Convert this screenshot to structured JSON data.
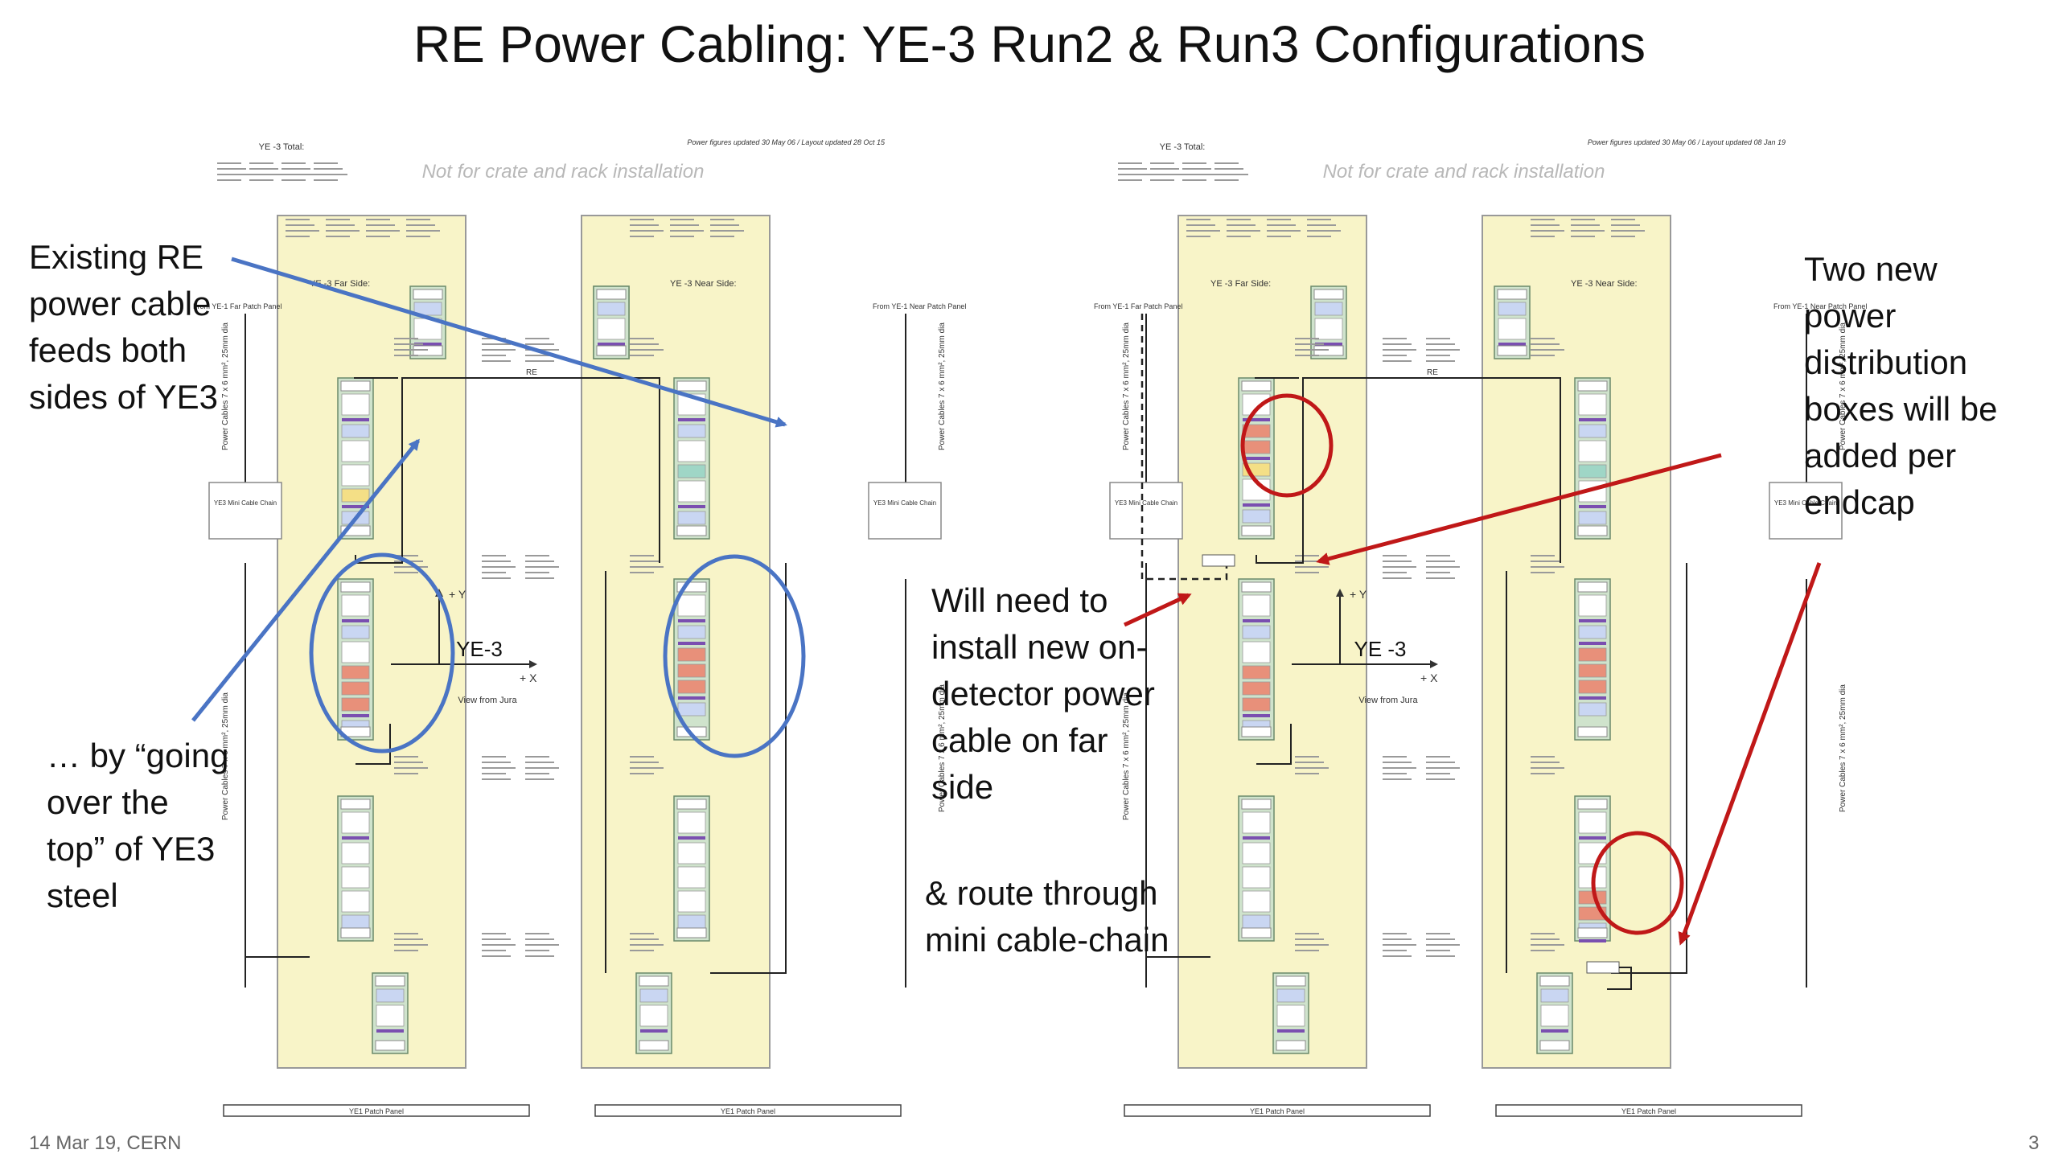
{
  "slide": {
    "title": "RE Power Cabling:  YE-3 Run2 & Run3 Configurations",
    "footer_date": "14 Mar 19, CERN",
    "page_number": "3"
  },
  "callouts": {
    "existing_cable": [
      "Existing RE",
      "power cable",
      "feeds both",
      "sides of YE3"
    ],
    "going_over_top": [
      "… by “going",
      "over the",
      "top” of YE3",
      "steel"
    ],
    "install_new_cable": [
      "Will need to",
      "install new on-",
      "detector power",
      "cable on far",
      "side"
    ],
    "route_through": [
      "& route through",
      "mini cable-chain"
    ],
    "two_new_boxes": [
      "Two new",
      "power",
      "distribution",
      "boxes will be",
      "added per",
      "endcap"
    ]
  },
  "diagrams": {
    "run2": {
      "yoke_label": "YE-3",
      "total_label": "YE -3 Total:",
      "watermark": "Not for crate and rack installation",
      "update_note": "Power figures updated 30 May 06 / Layout updated 28 Oct 15",
      "far_side_label": "YE -3 Far Side:",
      "near_side_label": "YE -3 Near Side:",
      "far_patch_label": "From YE-1 Far Patch Panel",
      "near_patch_label": "From YE-1 Near Patch Panel",
      "power_cables_label": "Power Cables 7 x 6 mm², 25mm dia",
      "mini_chain_label": "YE3 Mini Cable Chain",
      "patch_panel_left": "YE1 Patch Panel",
      "patch_panel_right": "YE1 Patch Panel",
      "view_label": "View from Jura",
      "axis_y": "+ Y",
      "axis_x": "+ X",
      "cable_label": "RE"
    },
    "run3": {
      "yoke_label": "YE -3",
      "total_label": "YE -3 Total:",
      "watermark": "Not for crate and rack installation",
      "update_note": "Power figures updated 30 May 06 / Layout updated 08 Jan 19",
      "far_side_label": "YE -3 Far Side:",
      "near_side_label": "YE -3 Near Side:",
      "far_patch_label": "From YE-1 Far Patch Panel",
      "near_patch_label": "From YE-1 Near Patch Panel",
      "power_cables_label": "Power Cables 7 x 6 mm², 25mm dia",
      "mini_chain_label": "YE3 Mini Cable Chain",
      "patch_panel_left": "YE1 Patch Panel",
      "patch_panel_right": "YE1 Patch Panel",
      "view_label": "View from Jura",
      "axis_y": "+ Y",
      "axis_x": "+ X",
      "cable_label": "RE"
    }
  },
  "colors": {
    "yoke_fill": "#f8f4c8",
    "rack_fill": "#cfe3cc",
    "unit_purple": "#7a4fb0",
    "unit_red": "#e8907a",
    "unit_blue": "#c9d6f2",
    "blue_annotation": "#4a74c4",
    "red_annotation": "#c01818"
  }
}
